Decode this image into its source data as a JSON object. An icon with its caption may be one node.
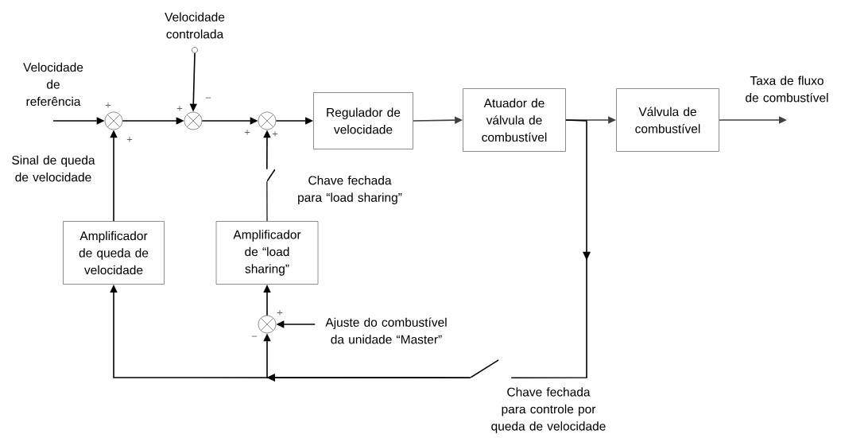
{
  "diagram": {
    "nodes": [
      {
        "text": [
          "Velocidade de referência"
        ]
      },
      {
        "text": [],
        "shape": "circle"
      },
      {
        "text": [
          "Velocidade controlada"
        ]
      },
      {
        "text": [],
        "shape": "circle"
      },
      {
        "text": [],
        "shape": "circle"
      },
      {
        "text": [
          "Regulador de velocidade"
        ]
      },
      {
        "text": [
          "Atuador de válvula de combustível"
        ]
      },
      {
        "text": [
          "Válvula de combustível"
        ]
      },
      {
        "text": [
          "Taxa de fluxo de combustível"
        ]
      },
      {
        "text": [
          "Amplificador de queda de velocidade"
        ]
      },
      {
        "text": [
          "Amplificador de “load sharing”"
        ]
      },
      {
        "text": [],
        "shape": "circle"
      },
      {
        "text": [
          "Ajuste do combustível da unidade “Master”"
        ]
      },
      {
        "text": [],
        "shape": "switch",
        "beside": [
          "Chave fechada para “load sharing”"
        ]
      },
      {
        "text": [],
        "shape": "switch",
        "beside": [
          "Chave fechada para controle por queda de velocidade"
        ]
      },
      {
        "text": [],
        "shape": "circle"
      }
    ],
    "edges": [
      {
        "from": 0,
        "to": 1,
        "arrow": "to"
      },
      {
        "from": 1,
        "to": 3,
        "arrow": "to"
      },
      {
        "from": 15,
        "to": 3,
        "arrow": "to"
      },
      {
        "from": 3,
        "to": 4,
        "arrow": "to"
      },
      {
        "from": 4,
        "to": 5,
        "arrow": "to"
      },
      {
        "from": 5,
        "to": 6,
        "arrow": "to",
        "color": "#404040"
      },
      {
        "from": 6,
        "to": 7,
        "arrow": "to",
        "color": "#404040"
      },
      {
        "from": 7,
        "to": 8,
        "arrow": "to",
        "color": "#404040"
      },
      {
        "from": 9,
        "to": 1,
        "arrow": "to",
        "label": "Sinal de queda de velocidade"
      },
      {
        "from": 10,
        "to": 13,
        "arrow": "none",
        "color": "#404040"
      },
      {
        "from": 13,
        "to": 4,
        "arrow": "to"
      },
      {
        "from": 11,
        "to": 10,
        "arrow": "to"
      },
      {
        "from": 12,
        "to": 11,
        "arrow": "to"
      },
      {
        "from": 6,
        "to": 14,
        "arrow": "to"
      },
      {
        "from": 14,
        "to": 9,
        "arrow": "to"
      },
      {
        "from": 14,
        "to": 11,
        "arrow": "to"
      }
    ],
    "labels": [
      "+",
      "+",
      "+",
      "−",
      "+",
      "+",
      "+",
      "−"
    ]
  }
}
